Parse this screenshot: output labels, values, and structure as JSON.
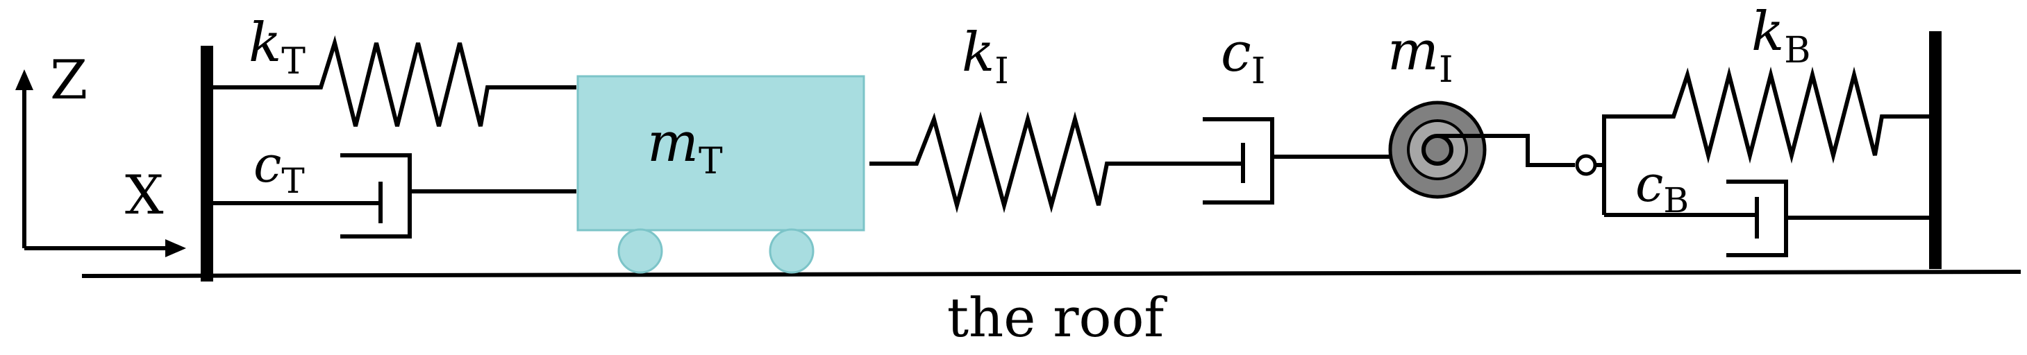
{
  "labels": {
    "z_axis": "Z",
    "x_axis": "X",
    "ground": "the roof"
  },
  "symbols": {
    "k_T": {
      "base": "k",
      "sub": "T"
    },
    "c_T": {
      "base": "c",
      "sub": "T"
    },
    "m_T": {
      "base": "m",
      "sub": "T"
    },
    "k_I": {
      "base": "k",
      "sub": "I"
    },
    "c_I": {
      "base": "c",
      "sub": "I"
    },
    "m_I": {
      "base": "m",
      "sub": "I"
    },
    "k_B": {
      "base": "k",
      "sub": "B"
    },
    "c_B": {
      "base": "c",
      "sub": "B"
    }
  },
  "colors": {
    "mass_fill": "#a8dde0",
    "mass_stroke": "#7cc4c8",
    "inerter_outer": "#808080",
    "inerter_inner": "#a6a6a6",
    "line": "#000000"
  }
}
